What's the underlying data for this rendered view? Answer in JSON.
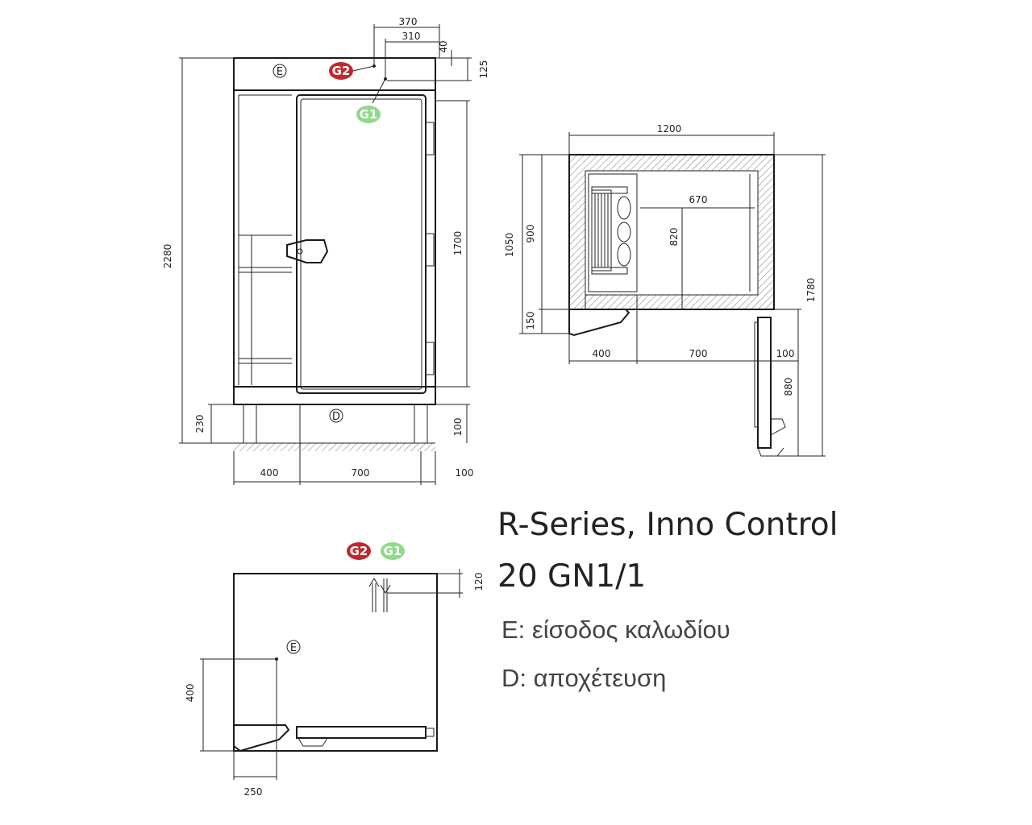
{
  "title": {
    "line1": "R-Series, Inno Control",
    "line2": "20  GN1/1"
  },
  "legend": [
    {
      "text": "E: είσοδος καλωδίου"
    },
    {
      "text": "D: αποχέτευση"
    }
  ],
  "labels": {
    "E": "E",
    "D": "D",
    "G1": "G1",
    "G2": "G2"
  },
  "colors": {
    "G1": "#8fd98a",
    "G2": "#c0282d",
    "line": "#1a1a1a",
    "hatch": "#777777"
  },
  "dims": {
    "front": {
      "w370": "370",
      "w310": "310",
      "h40": "40",
      "h125": "125",
      "h2280": "2280",
      "h1700": "1700",
      "h230": "230",
      "h100": "100",
      "w400": "400",
      "w700": "700",
      "w100": "100"
    },
    "top": {
      "w1200": "1200",
      "w670": "670",
      "h820": "820",
      "h1050": "1050",
      "h900": "900",
      "h150": "150",
      "w400": "400",
      "w700": "700",
      "w100": "100",
      "h1780": "1780",
      "h880": "880"
    },
    "side": {
      "h120": "120",
      "h400": "400",
      "w250": "250"
    }
  }
}
